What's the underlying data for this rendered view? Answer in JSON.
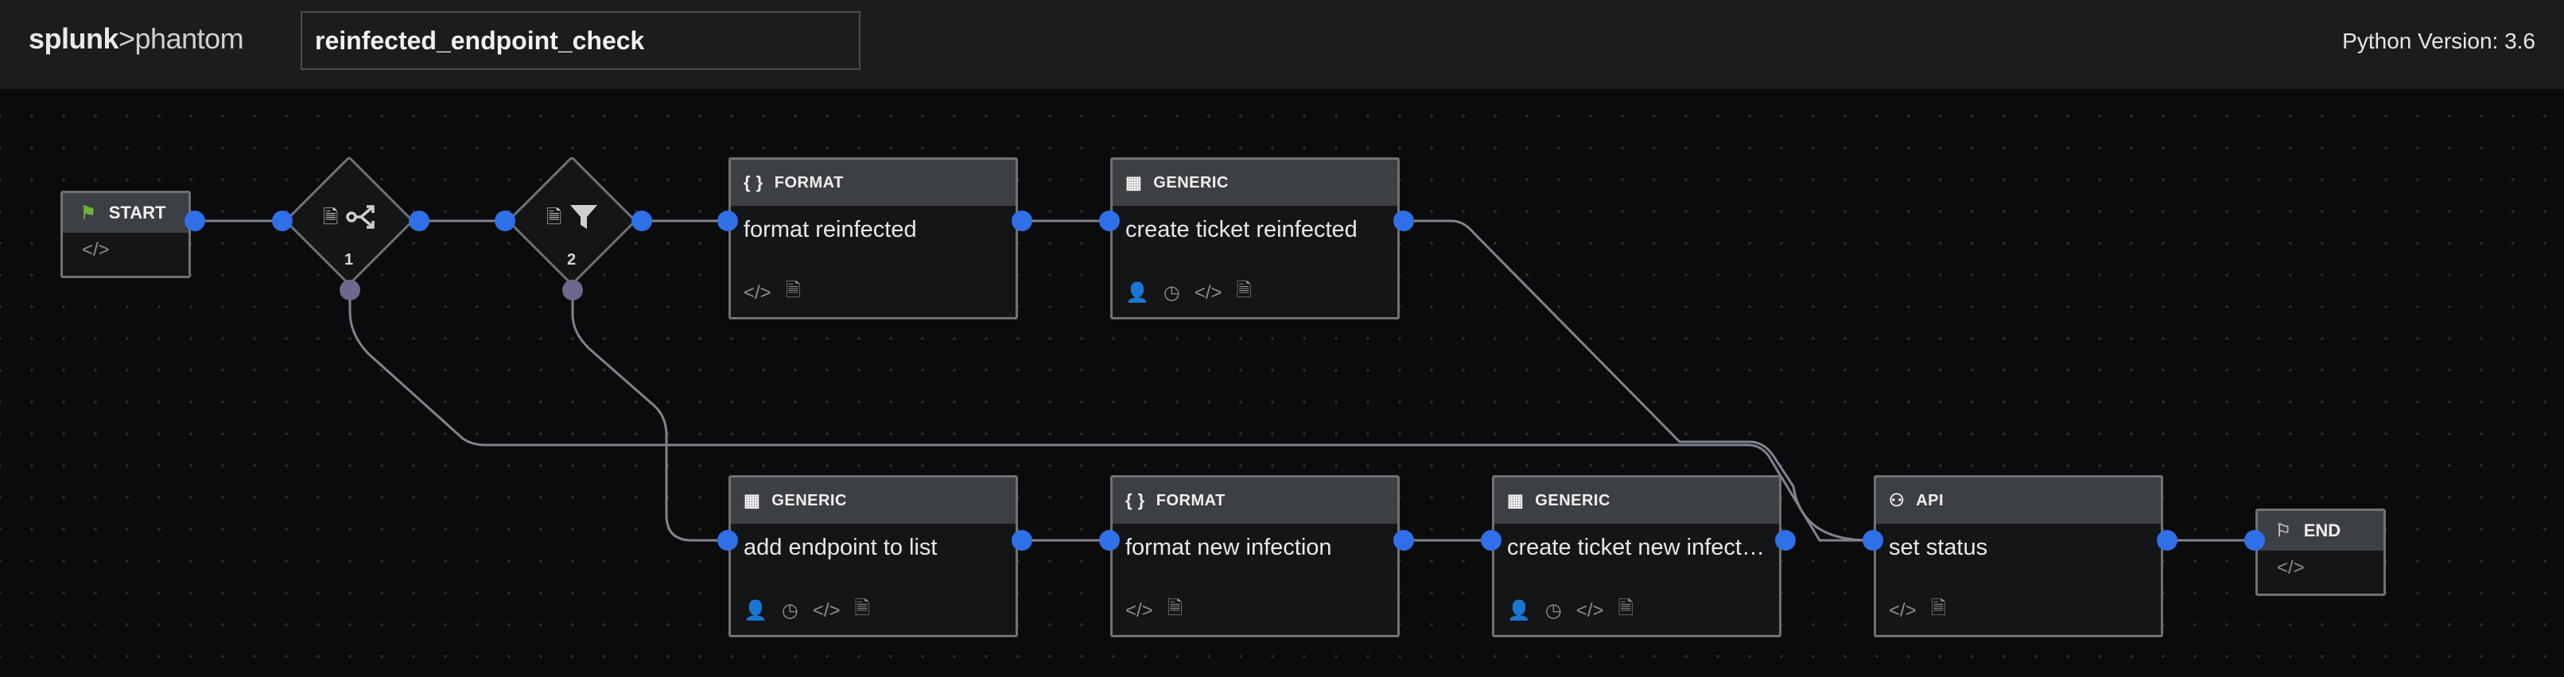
{
  "header": {
    "logo_part1": "splunk",
    "logo_part2": ">phantom",
    "playbook_name": "reinfected_endpoint_check",
    "python_version": "Python Version: 3.6"
  },
  "colors": {
    "port_blue": "#2f6fe8",
    "port_decision": "#6b6a8c",
    "wire": "#7f8390",
    "start_flag": "#6fb33b"
  },
  "start": {
    "label": "START",
    "icon": "flag-icon"
  },
  "end": {
    "label": "END",
    "icon": "checkered-flag-icon"
  },
  "decision1": {
    "number": "1",
    "icon": "branch-icon"
  },
  "decision2": {
    "number": "2",
    "icon": "filter-icon"
  },
  "blocks": {
    "format_reinfected": {
      "type": "FORMAT",
      "title": "format reinfected"
    },
    "create_ticket_reinfected": {
      "type": "GENERIC",
      "title": "create ticket reinfected"
    },
    "add_endpoint": {
      "type": "GENERIC",
      "title": "add endpoint to list"
    },
    "format_new_infection": {
      "type": "FORMAT",
      "title": "format new infection"
    },
    "create_ticket_new": {
      "type": "GENERIC",
      "title": "create ticket new infectio..."
    },
    "set_status": {
      "type": "API",
      "title": "set status"
    }
  }
}
